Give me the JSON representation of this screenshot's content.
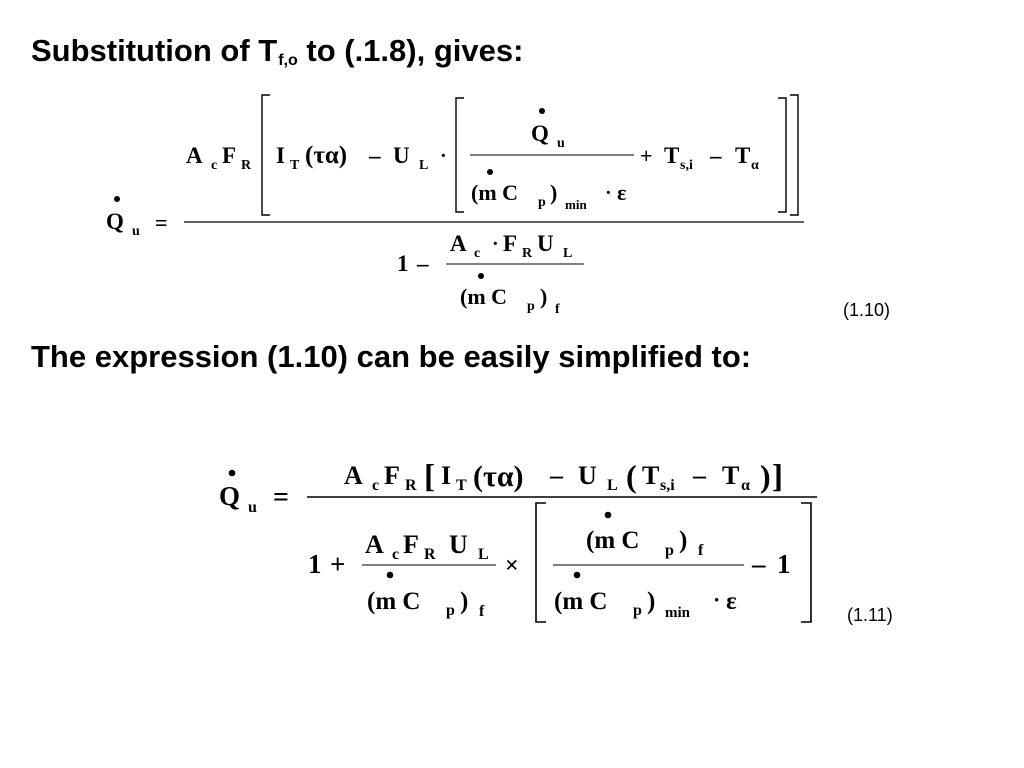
{
  "heading1": {
    "text_before": "Substitution of  T",
    "subscript": "f,o",
    "text_after": "  to (.1.8), gives:"
  },
  "heading2": {
    "text": "The expression (1.10) can be easily simplified to:"
  },
  "equation_1_10": {
    "number": "(1.10)",
    "lhs": {
      "Q": "Q",
      "u": "u",
      "eq": "="
    },
    "num": {
      "A": "A",
      "c": "c",
      "F": "F",
      "R": "R",
      "I": "I",
      "T": "T",
      "tau_alpha": "(τα)",
      "minus": "–",
      "U": "U",
      "L": "L",
      "dot": "·",
      "frac_num_Q": "Q",
      "frac_num_u": "u",
      "frac_den": "(m C",
      "p": "p",
      "close": ")",
      "min": "min",
      "dot2": "·",
      "eps": "ε",
      "plus": "+",
      "Ts": "T",
      "si": "s,i",
      "minus2": "–",
      "Ta": "T",
      "alpha": "α"
    },
    "den": {
      "one": "1",
      "minus": "–",
      "A": "A",
      "c": "c",
      "dot": "·",
      "F": "F",
      "R": "R",
      "U": "U",
      "L": "L",
      "mc": "(m C",
      "p": "p",
      "close": ")",
      "f": "f"
    }
  },
  "equation_1_11": {
    "number": "(1.11)",
    "lhs": {
      "Q": "Q",
      "u": "u",
      "eq": "="
    },
    "num": {
      "A": "A",
      "c": "c",
      "F": "F",
      "R": "R",
      "lb": "[",
      "I": "I",
      "T": "T",
      "tau_alpha": "(τα)",
      "minus": "–",
      "U": "U",
      "L": "L",
      "lp": "(",
      "Ts": "T",
      "si": "s,i",
      "minus2": "–",
      "Ta": "T",
      "alpha": "α",
      "rp": ")",
      "rb": "]"
    },
    "den": {
      "one": "1",
      "plus": "+",
      "A": "A",
      "c": "c",
      "F": "F",
      "R": "R",
      "U": "U",
      "L": "L",
      "mc": "(m C",
      "p": "p",
      "close": ")",
      "f": "f",
      "times": "×",
      "in_num_mc": "(m C",
      "in_num_p": "p",
      "in_num_close": ")",
      "in_num_f": "f",
      "in_den_mc": "(m C",
      "in_den_p": "p",
      "in_den_close": ")",
      "in_den_min": "min",
      "in_den_dot": "·",
      "in_den_eps": "ε",
      "minus": "–",
      "one2": "1"
    }
  }
}
